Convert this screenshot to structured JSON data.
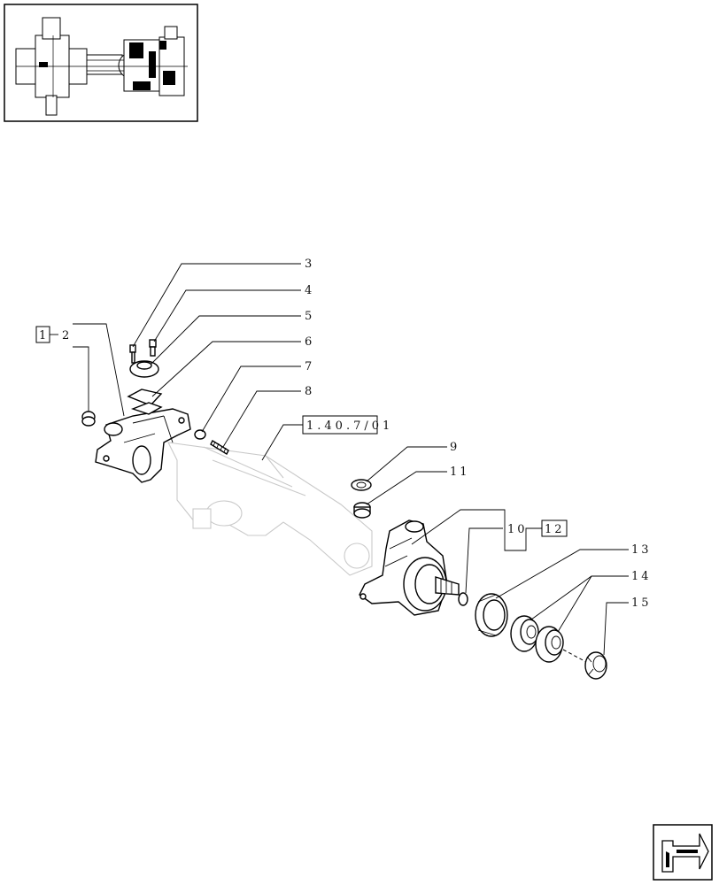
{
  "callouts": {
    "c1": "1",
    "c2": "2",
    "c3": "3",
    "c4": "4",
    "c5": "5",
    "c6": "6",
    "c7": "7",
    "c8": "8",
    "c9": "9",
    "c10": "10",
    "c11": "11",
    "c12": "12",
    "c13": "13",
    "c14": "14",
    "c15": "15"
  },
  "reference": "1.40.7/01",
  "icons": {
    "thumbnail": "axle-assembly-thumbnail",
    "nav": "next-page-arrow-icon"
  }
}
